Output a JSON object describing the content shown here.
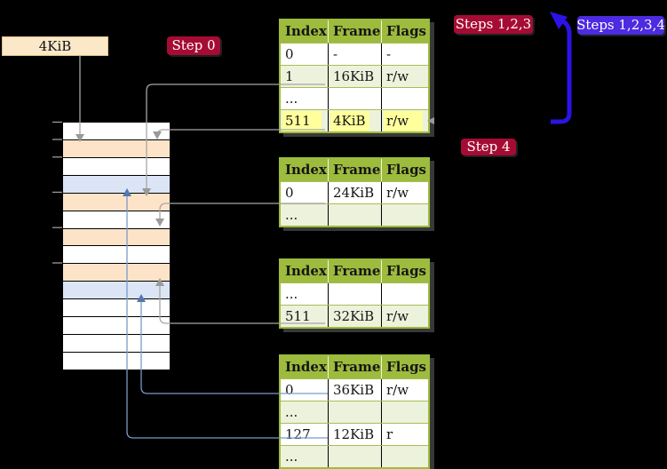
{
  "frame_box_label": "4KiB",
  "step_labels": {
    "step0": "Step 0",
    "steps123": "Steps 1,2,3",
    "steps1234": "Steps 1,2,3,4",
    "step4": "Step 4"
  },
  "tables": [
    {
      "headers": [
        "Index",
        "Frame",
        "Flags"
      ],
      "rows": [
        {
          "cells": [
            "0",
            "-",
            "-"
          ],
          "highlight": false
        },
        {
          "cells": [
            "1",
            "16KiB",
            "r/w"
          ],
          "highlight": false
        },
        {
          "cells": [
            "...",
            "",
            ""
          ],
          "highlight": false
        },
        {
          "cells": [
            "511",
            "4KiB",
            "r/w"
          ],
          "highlight": true
        }
      ]
    },
    {
      "headers": [
        "Index",
        "Frame",
        "Flags"
      ],
      "rows": [
        {
          "cells": [
            "0",
            "24KiB",
            "r/w"
          ],
          "highlight": false
        },
        {
          "cells": [
            "...",
            "",
            ""
          ],
          "highlight": false
        }
      ]
    },
    {
      "headers": [
        "Index",
        "Frame",
        "Flags"
      ],
      "rows": [
        {
          "cells": [
            "...",
            "",
            ""
          ],
          "highlight": false
        },
        {
          "cells": [
            "511",
            "32KiB",
            "r/w"
          ],
          "highlight": false
        }
      ]
    },
    {
      "headers": [
        "Index",
        "Frame",
        "Flags"
      ],
      "rows": [
        {
          "cells": [
            "0",
            "36KiB",
            "r/w"
          ],
          "highlight": false
        },
        {
          "cells": [
            "...",
            "",
            ""
          ],
          "highlight": false
        },
        {
          "cells": [
            "127",
            "12KiB",
            "r"
          ],
          "highlight": false
        },
        {
          "cells": [
            "...",
            "",
            ""
          ],
          "highlight": false
        }
      ]
    }
  ],
  "memory_rows": [
    "white",
    "peach",
    "white",
    "blue",
    "peach",
    "white",
    "peach",
    "white",
    "peach",
    "blue",
    "white",
    "white",
    "white",
    "white"
  ],
  "colors": {
    "green": "#9dbb3d",
    "rowalt": "#edf2dc",
    "rowline": "#a9bd55",
    "peach": "#fde4c9",
    "bluerow": "#dbe5f6",
    "hl": "#ffff9c",
    "red": "#a60c33",
    "violet": "#4c2be0",
    "bluearrow": "#2b13e6",
    "gray": "#a6a6a6",
    "grayhead": "#9a9a9a",
    "steel": "#7b9ac9",
    "steelhead": "#5577ad",
    "boxbeige": "#fae8c8"
  }
}
